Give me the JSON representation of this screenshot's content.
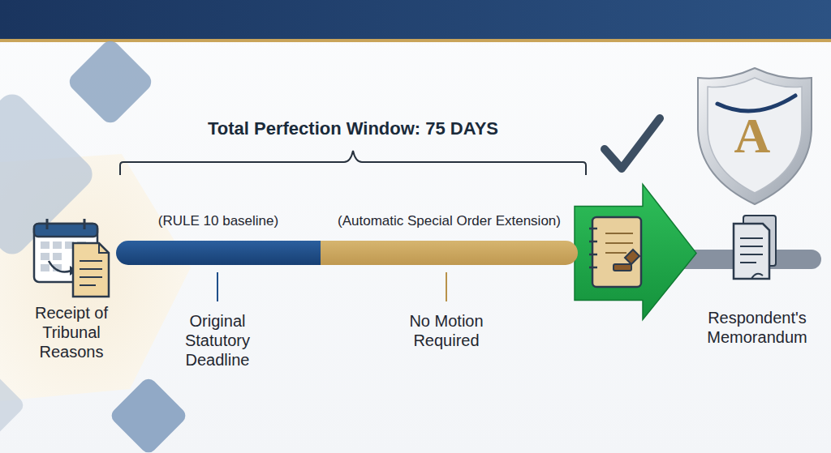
{
  "diagram": {
    "title": "Total Perfection Window: 75 DAYS",
    "nodes": [
      {
        "text": [
          "Receipt of Tribunal Reasons"
        ]
      },
      {
        "text": [
          "(RULE 10 baseline)"
        ]
      },
      {
        "text": [
          "(Automatic Special Order Extension)"
        ]
      },
      {
        "text": [
          "Respondent's Memorandum"
        ]
      }
    ],
    "edges": [
      {
        "from": 2,
        "to": 3,
        "arrow": "to"
      }
    ],
    "labels": [
      "Original Statutory Deadline",
      "No Motion Required",
      "A"
    ]
  }
}
